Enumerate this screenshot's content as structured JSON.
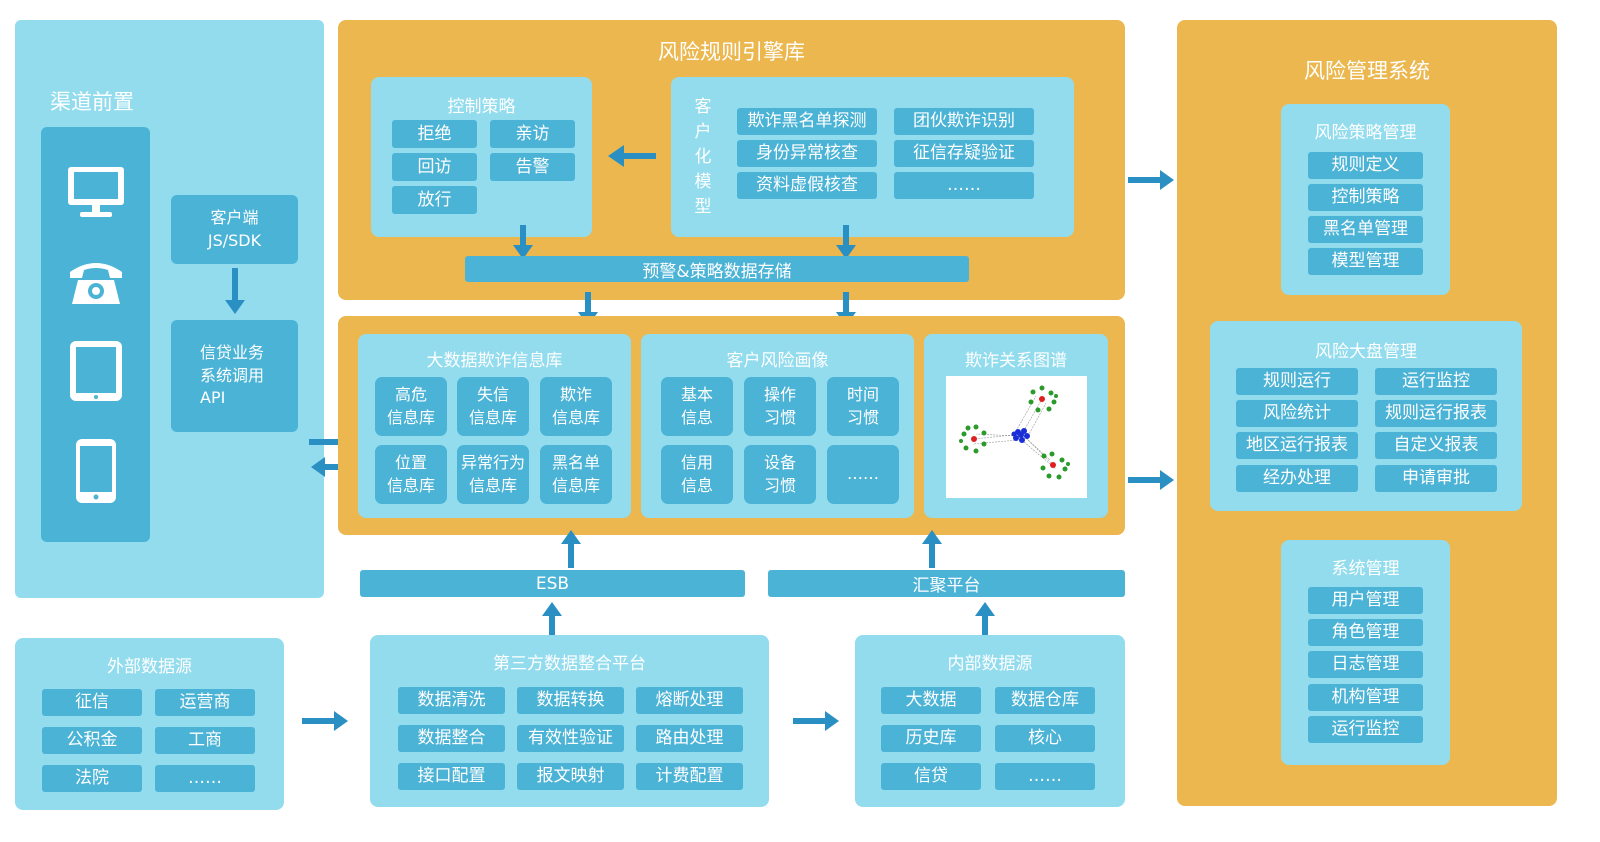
{
  "channel": {
    "title": "渠道前置",
    "devices": [
      "monitor-icon",
      "phone-icon",
      "tablet-icon",
      "mobile-icon"
    ],
    "client_sdk": "客户端\nJS/SDK",
    "credit_api": "信贷业务\n系统调用\nAPI"
  },
  "rule_engine": {
    "title": "风险规则引擎库",
    "control": {
      "title": "控制策略",
      "items": [
        "拒绝",
        "亲访",
        "回访",
        "告警",
        "放行"
      ]
    },
    "model": {
      "label": "客户化模型",
      "items": [
        "欺诈黑名单探测",
        "团伙欺诈识别",
        "身份异常核查",
        "征信存疑验证",
        "资料虚假核查",
        "……"
      ]
    },
    "storage": "预警&策略数据存储"
  },
  "data_layer": {
    "fraud_db": {
      "title": "大数据欺诈信息库",
      "items": [
        "高危\n信息库",
        "失信\n信息库",
        "欺诈\n信息库",
        "位置\n信息库",
        "异常行为\n信息库",
        "黑名单\n信息库"
      ]
    },
    "profile": {
      "title": "客户风险画像",
      "items": [
        "基本\n信息",
        "操作\n习惯",
        "时间\n习惯",
        "信用\n信息",
        "设备\n习惯",
        "……"
      ]
    },
    "graph": {
      "title": "欺诈关系图谱"
    }
  },
  "esb": "ESB",
  "aggregation": "汇聚平台",
  "external": {
    "title": "外部数据源",
    "items": [
      "征信",
      "运营商",
      "公积金",
      "工商",
      "法院",
      "……"
    ]
  },
  "third_party": {
    "title": "第三方数据整合平台",
    "items": [
      "数据清洗",
      "数据转换",
      "熔断处理",
      "数据整合",
      "有效性验证",
      "路由处理",
      "接口配置",
      "报文映射",
      "计费配置"
    ]
  },
  "internal": {
    "title": "内部数据源",
    "items": [
      "大数据",
      "数据仓库",
      "历史库",
      "核心",
      "信贷",
      "……"
    ]
  },
  "management": {
    "title": "风险管理系统",
    "strategy": {
      "title": "风险策略管理",
      "items": [
        "规则定义",
        "控制策略",
        "黑名单管理",
        "模型管理"
      ]
    },
    "dashboard": {
      "title": "风险大盘管理",
      "items": [
        "规则运行",
        "运行监控",
        "风险统计",
        "规则运行报表",
        "地区运行报表",
        "自定义报表",
        "经办处理",
        "申请审批"
      ]
    },
    "system": {
      "title": "系统管理",
      "items": [
        "用户管理",
        "角色管理",
        "日志管理",
        "机构管理",
        "运行监控"
      ]
    }
  },
  "colors": {
    "light_box": "#92dcee",
    "orange_box": "#ebb74e",
    "button": "#4bb3d6",
    "arrow": "#2a8fc3"
  }
}
